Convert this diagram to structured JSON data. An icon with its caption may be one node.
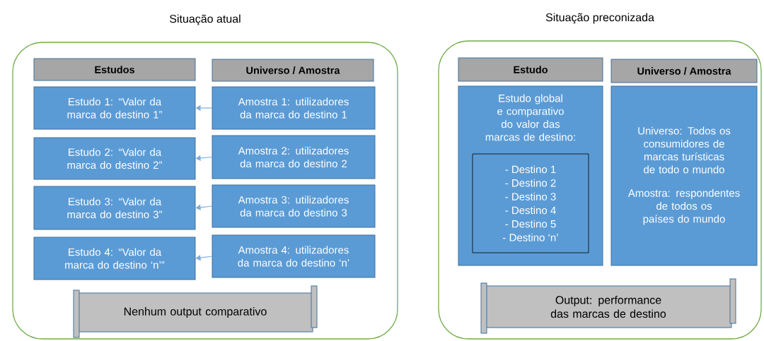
{
  "diagram": {
    "nodes": [
      {
        "text": [
          "Situação atual"
        ]
      },
      {
        "text": [
          "Estudos"
        ],
        "in": 0
      },
      {
        "text": [
          "Universo / Amostra"
        ],
        "in": 0
      },
      {
        "text": [
          "Estudo 1: “Valor da marca do destino 1”"
        ],
        "in": 0
      },
      {
        "text": [
          "Estudo 2: “Valor da marca do destino 2”"
        ],
        "in": 0
      },
      {
        "text": [
          "Estudo 3: “Valor da marca do destino 3”"
        ],
        "in": 0
      },
      {
        "text": [
          "Estudo 4: “Valor da marca do destino ‘n’”"
        ],
        "in": 0
      },
      {
        "text": [
          "Amostra 1: utilizadores da marca do destino 1"
        ],
        "in": 0
      },
      {
        "text": [
          "Amostra 2: utilizadores da marca do destino 2"
        ],
        "in": 0
      },
      {
        "text": [
          "Amostra 3: utilizadores da marca do destino 3"
        ],
        "in": 0
      },
      {
        "text": [
          "Amostra 4: utilizadores da marca do destino ‘n’"
        ],
        "in": 0
      },
      {
        "text": [
          "Nenhum output comparativo"
        ],
        "in": 0
      },
      {
        "text": [
          "Situação preconizada"
        ]
      },
      {
        "text": [
          "Estudo"
        ],
        "in": 12
      },
      {
        "text": [
          "Universo / Amostra"
        ],
        "in": 12
      },
      {
        "text": [
          "Estudo global e comparativo do valor das marcas de destino:"
        ],
        "in": 12
      },
      {
        "text": [
          "- Destino 1",
          "- Destino 2",
          "- Destino 3",
          "- Destino 4",
          "- Destino 5",
          "- Destino ‘n’"
        ],
        "in": 15
      },
      {
        "text": [
          "Universo: Todos os consumidores de marcas turísticas de todo o mundo",
          "Amostra: respondentes de todos os países do mundo"
        ],
        "in": 12
      },
      {
        "text": [
          "Output: performance das marcas de destino"
        ],
        "in": 12
      }
    ],
    "edges": [
      {
        "from": 7,
        "to": 3,
        "arrow": "to"
      },
      {
        "from": 8,
        "to": 4,
        "arrow": "to"
      },
      {
        "from": 9,
        "to": 5,
        "arrow": "to"
      },
      {
        "from": 10,
        "to": 6,
        "arrow": "to"
      }
    ]
  }
}
